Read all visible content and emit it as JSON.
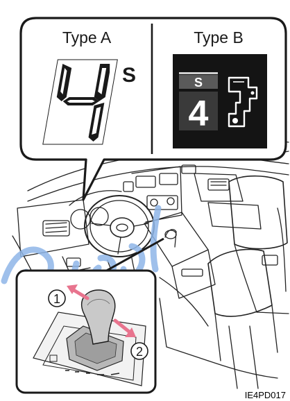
{
  "callout": {
    "type_a_label": "Type A",
    "type_b_label": "Type B",
    "type_a_suffix": "S",
    "type_a_digit_icon": "seven-segment-4-icon",
    "type_b_gear_badge": "S",
    "type_b_gear_digit": "4",
    "type_b_pattern_icon": "shift-gate-pattern-icon"
  },
  "shifter": {
    "marker_1": "1",
    "marker_2": "2",
    "arrow_color": "#e8748e"
  },
  "watermark": {
    "color": "#8fb6e8"
  },
  "figure_code": "IE4PD017"
}
